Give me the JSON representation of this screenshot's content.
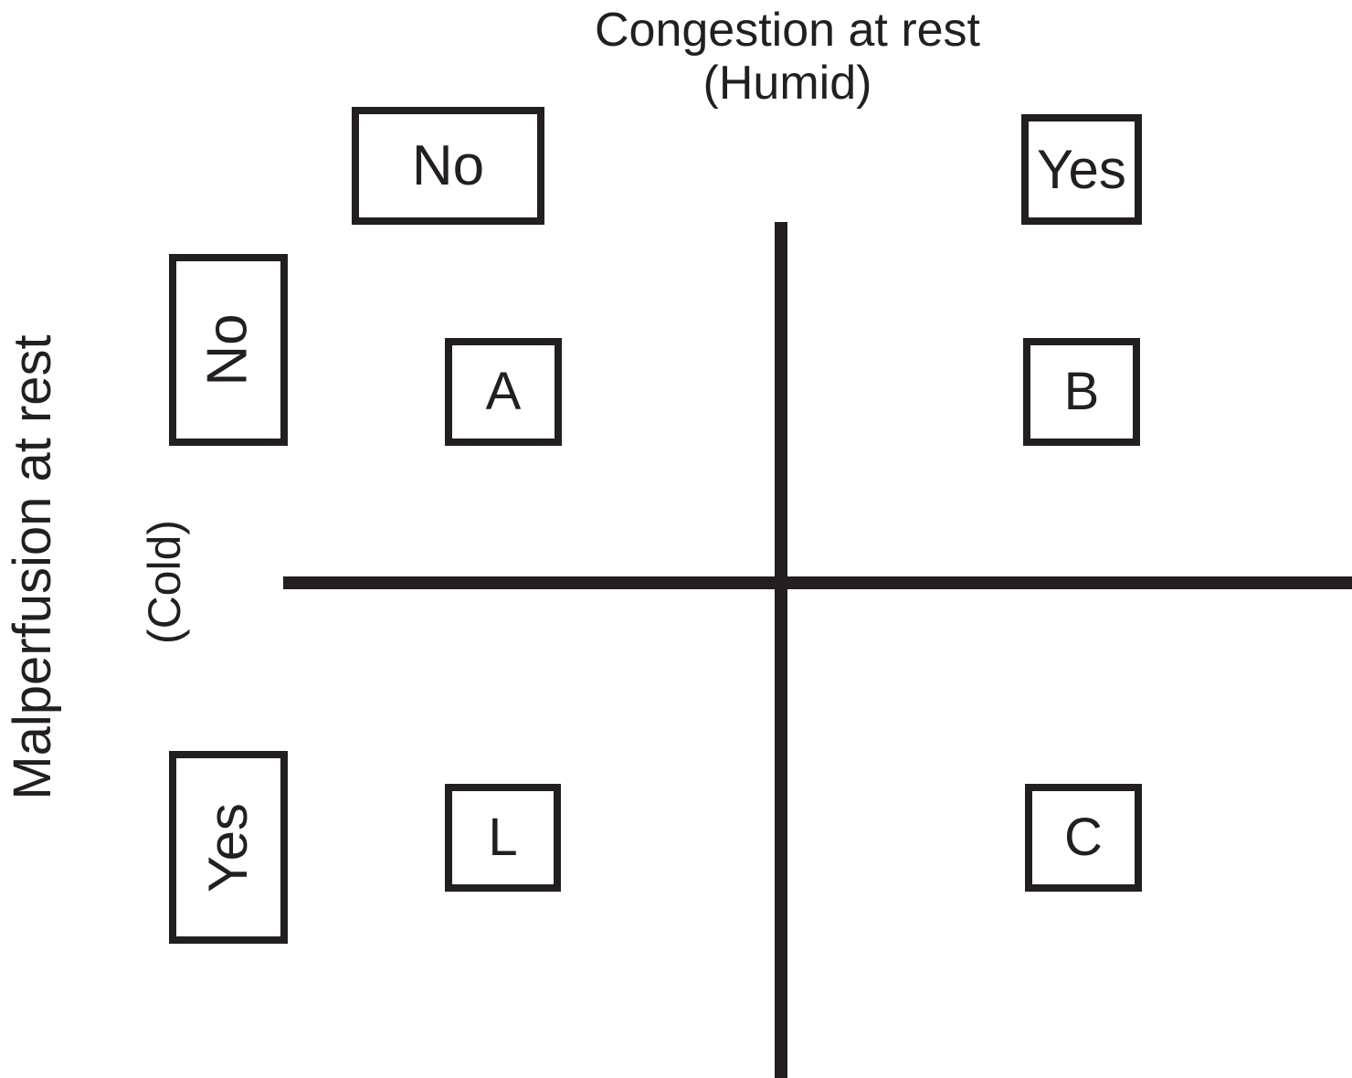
{
  "figure": {
    "type": "2x2-clinical-profile-matrix",
    "background_color": "#ffffff",
    "ink_color": "#231f20"
  },
  "axes": {
    "x": {
      "title_line1": "Congestion at rest",
      "title_line2": "(Humid)",
      "categories": [
        "No",
        "Yes"
      ]
    },
    "y": {
      "title_line1": "Malperfusion at rest",
      "title_line2": "(Cold)",
      "categories": [
        "No",
        "Yes"
      ]
    }
  },
  "column_headers": [
    {
      "label": "No"
    },
    {
      "label": "Yes"
    }
  ],
  "row_headers": [
    {
      "label": "No"
    },
    {
      "label": "Yes"
    }
  ],
  "cells": [
    {
      "id": "a",
      "label": "A",
      "row": "No",
      "column": "No"
    },
    {
      "id": "b",
      "label": "B",
      "row": "No",
      "column": "Yes"
    },
    {
      "id": "l",
      "label": "L",
      "row": "Yes",
      "column": "No"
    },
    {
      "id": "c",
      "label": "C",
      "row": "Yes",
      "column": "Yes"
    }
  ]
}
